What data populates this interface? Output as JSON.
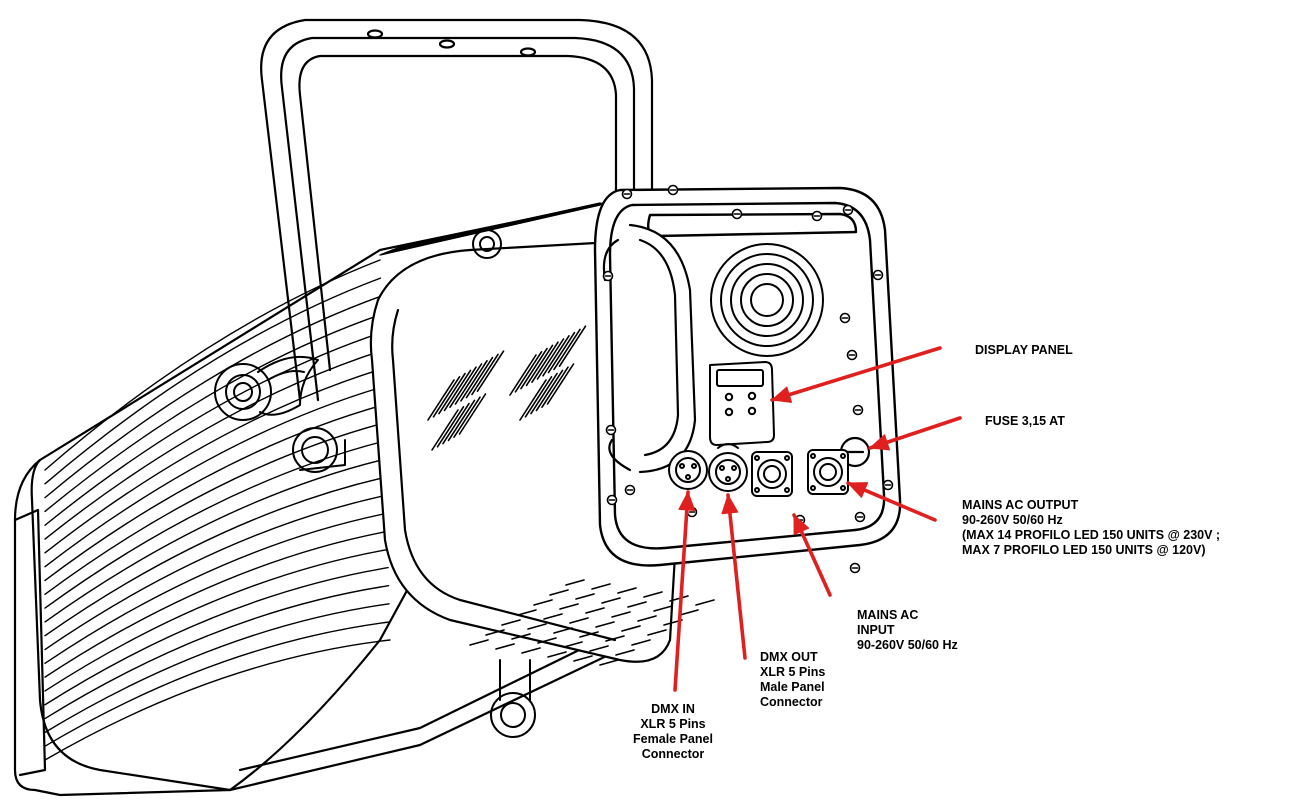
{
  "colors": {
    "arrow": "#e0201e",
    "ink": "#000000",
    "background": "#ffffff"
  },
  "labels": {
    "display_panel": [
      "DISPLAY PANEL"
    ],
    "fuse": [
      "FUSE 3,15 AT"
    ],
    "mains_output": [
      "MAINS AC OUTPUT",
      "90-260V   50/60 Hz",
      "(MAX 14 PROFILO LED 150 UNITS @ 230V ;",
      "MAX 7 PROFILO LED 150 UNITS @ 120V)"
    ],
    "mains_input": [
      "MAINS AC",
      "INPUT",
      "90-260V   50/60 Hz"
    ],
    "dmx_out": [
      "DMX OUT",
      "XLR 5 Pins",
      "Male Panel",
      "Connector"
    ],
    "dmx_in": [
      "DMX IN",
      "XLR 5 Pins",
      "Female Panel",
      "Connector"
    ]
  }
}
